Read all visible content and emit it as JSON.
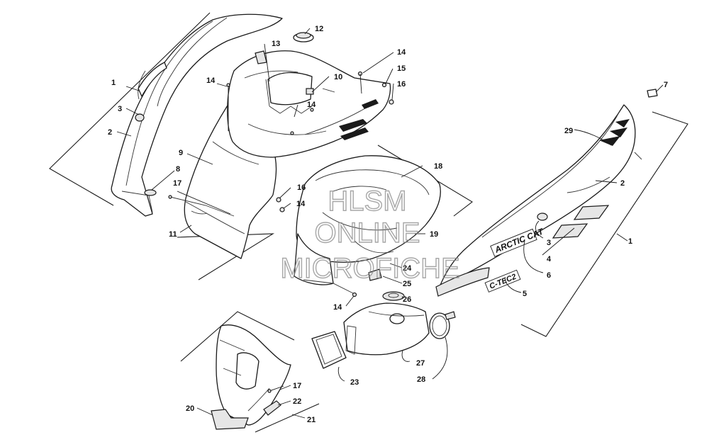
{
  "diagram": {
    "callouts": {
      "c1a": "1",
      "c3a": "3",
      "c2a": "2",
      "c8": "8",
      "c17a": "17",
      "c11": "11",
      "c9": "9",
      "c14a": "14",
      "c13": "13",
      "c12": "12",
      "c10": "10",
      "c14b": "14",
      "c14c": "14",
      "c15": "15",
      "c16a": "16",
      "c18": "18",
      "c16b": "16",
      "c14d": "14",
      "c19": "19",
      "c24": "24",
      "c25": "25",
      "c26": "26",
      "c14e": "14",
      "c23": "23",
      "c27": "27",
      "c28": "28",
      "c17b": "17",
      "c22": "22",
      "c20": "20",
      "c21": "21",
      "c7": "7",
      "c29": "29",
      "c2b": "2",
      "c1b": "1",
      "c3b": "3",
      "c4": "4",
      "c6": "6",
      "c5": "5"
    },
    "decals": {
      "brand": "ARCTIC CAT",
      "model": "C-TEC2"
    },
    "watermark": {
      "line1": "HLSM",
      "line2": "ONLINE",
      "line3": "MICROFICHE"
    }
  }
}
